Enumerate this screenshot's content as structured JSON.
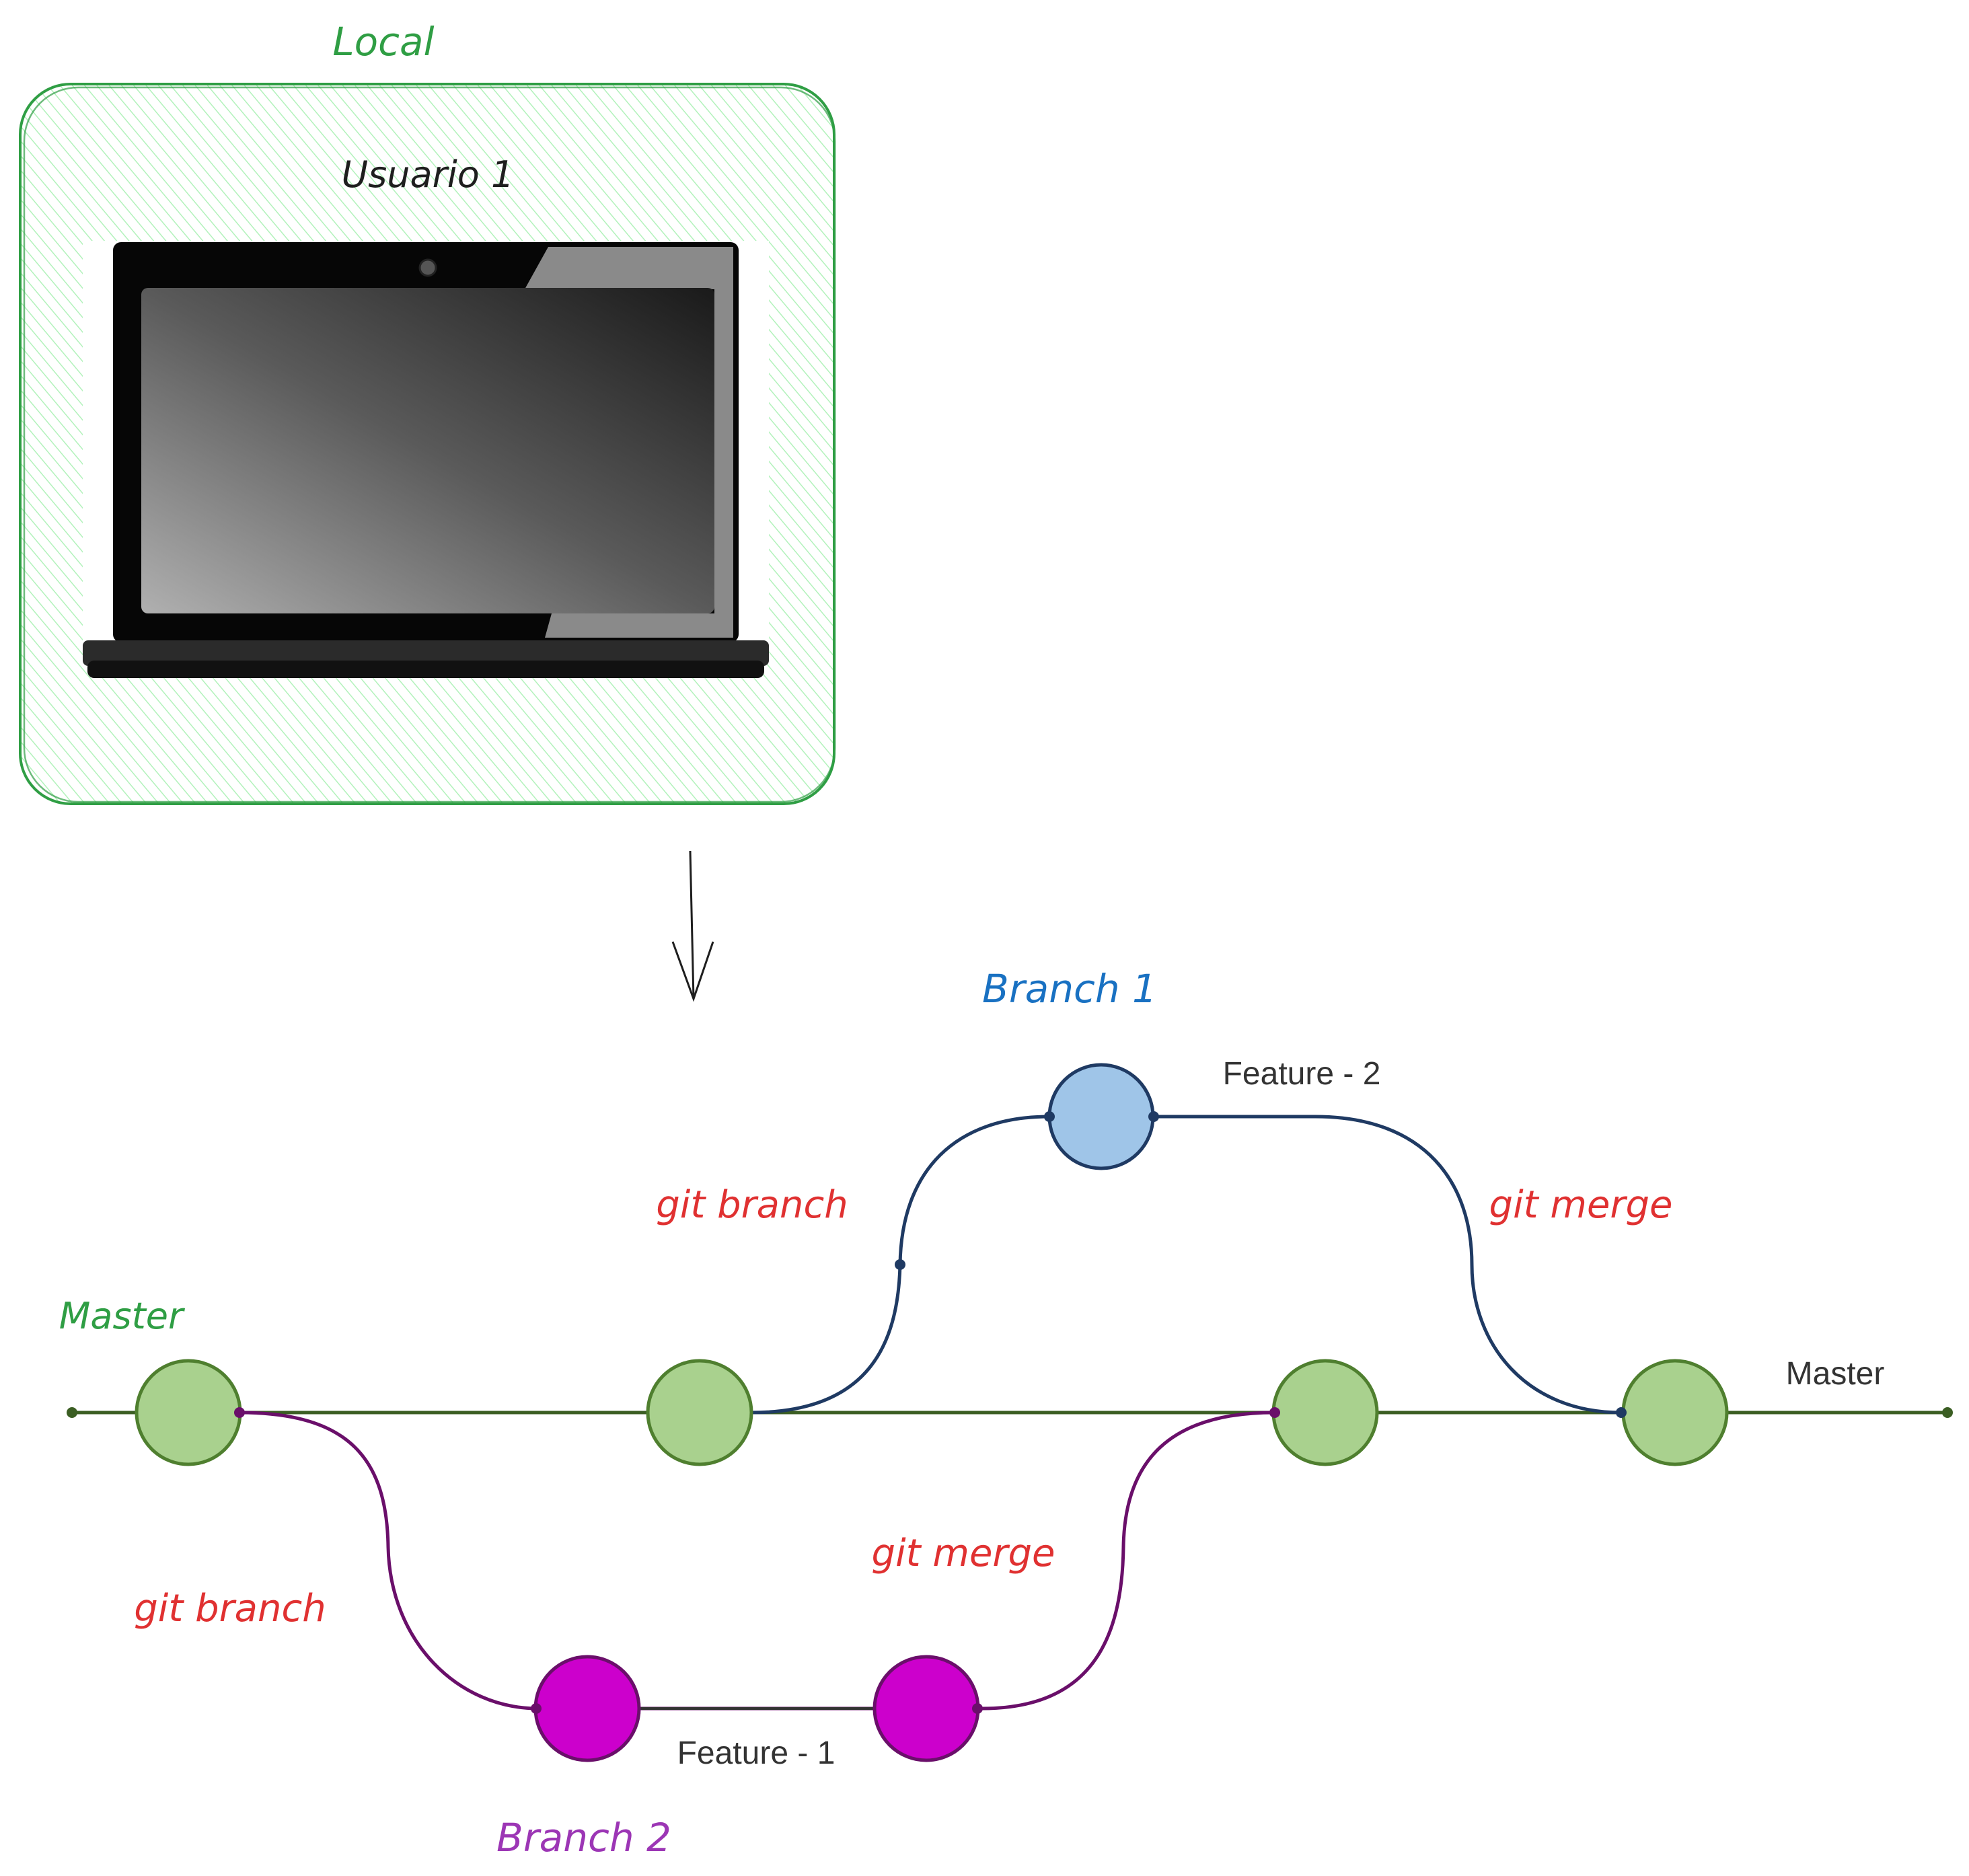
{
  "local_box": {
    "title": "Local",
    "user_label": "Usuario 1"
  },
  "branches": {
    "branch1_label": "Branch 1",
    "branch2_label": "Branch 2",
    "master_label_left": "Master",
    "master_label_right": "Master"
  },
  "features": {
    "feature2": "Feature - 2",
    "feature1": "Feature - 1"
  },
  "commands": {
    "branch_top": "git branch",
    "merge_top": "git merge",
    "branch_bottom": "git branch",
    "merge_bottom": "git merge"
  },
  "colors": {
    "local_green": "#2f9e44",
    "hatch_green": "#b2f2bb",
    "master_line": "#3b5e23",
    "master_node_fill": "#a9d18e",
    "branch1_line": "#1f3a63",
    "branch1_node_fill": "#9fc5e8",
    "branch1_text": "#1971c2",
    "branch2_line": "#6a0f6a",
    "branch2_node_fill": "#cc00cc",
    "branch2_text": "#9c36b5",
    "command_text": "#e03131",
    "label_text": "#333333"
  }
}
